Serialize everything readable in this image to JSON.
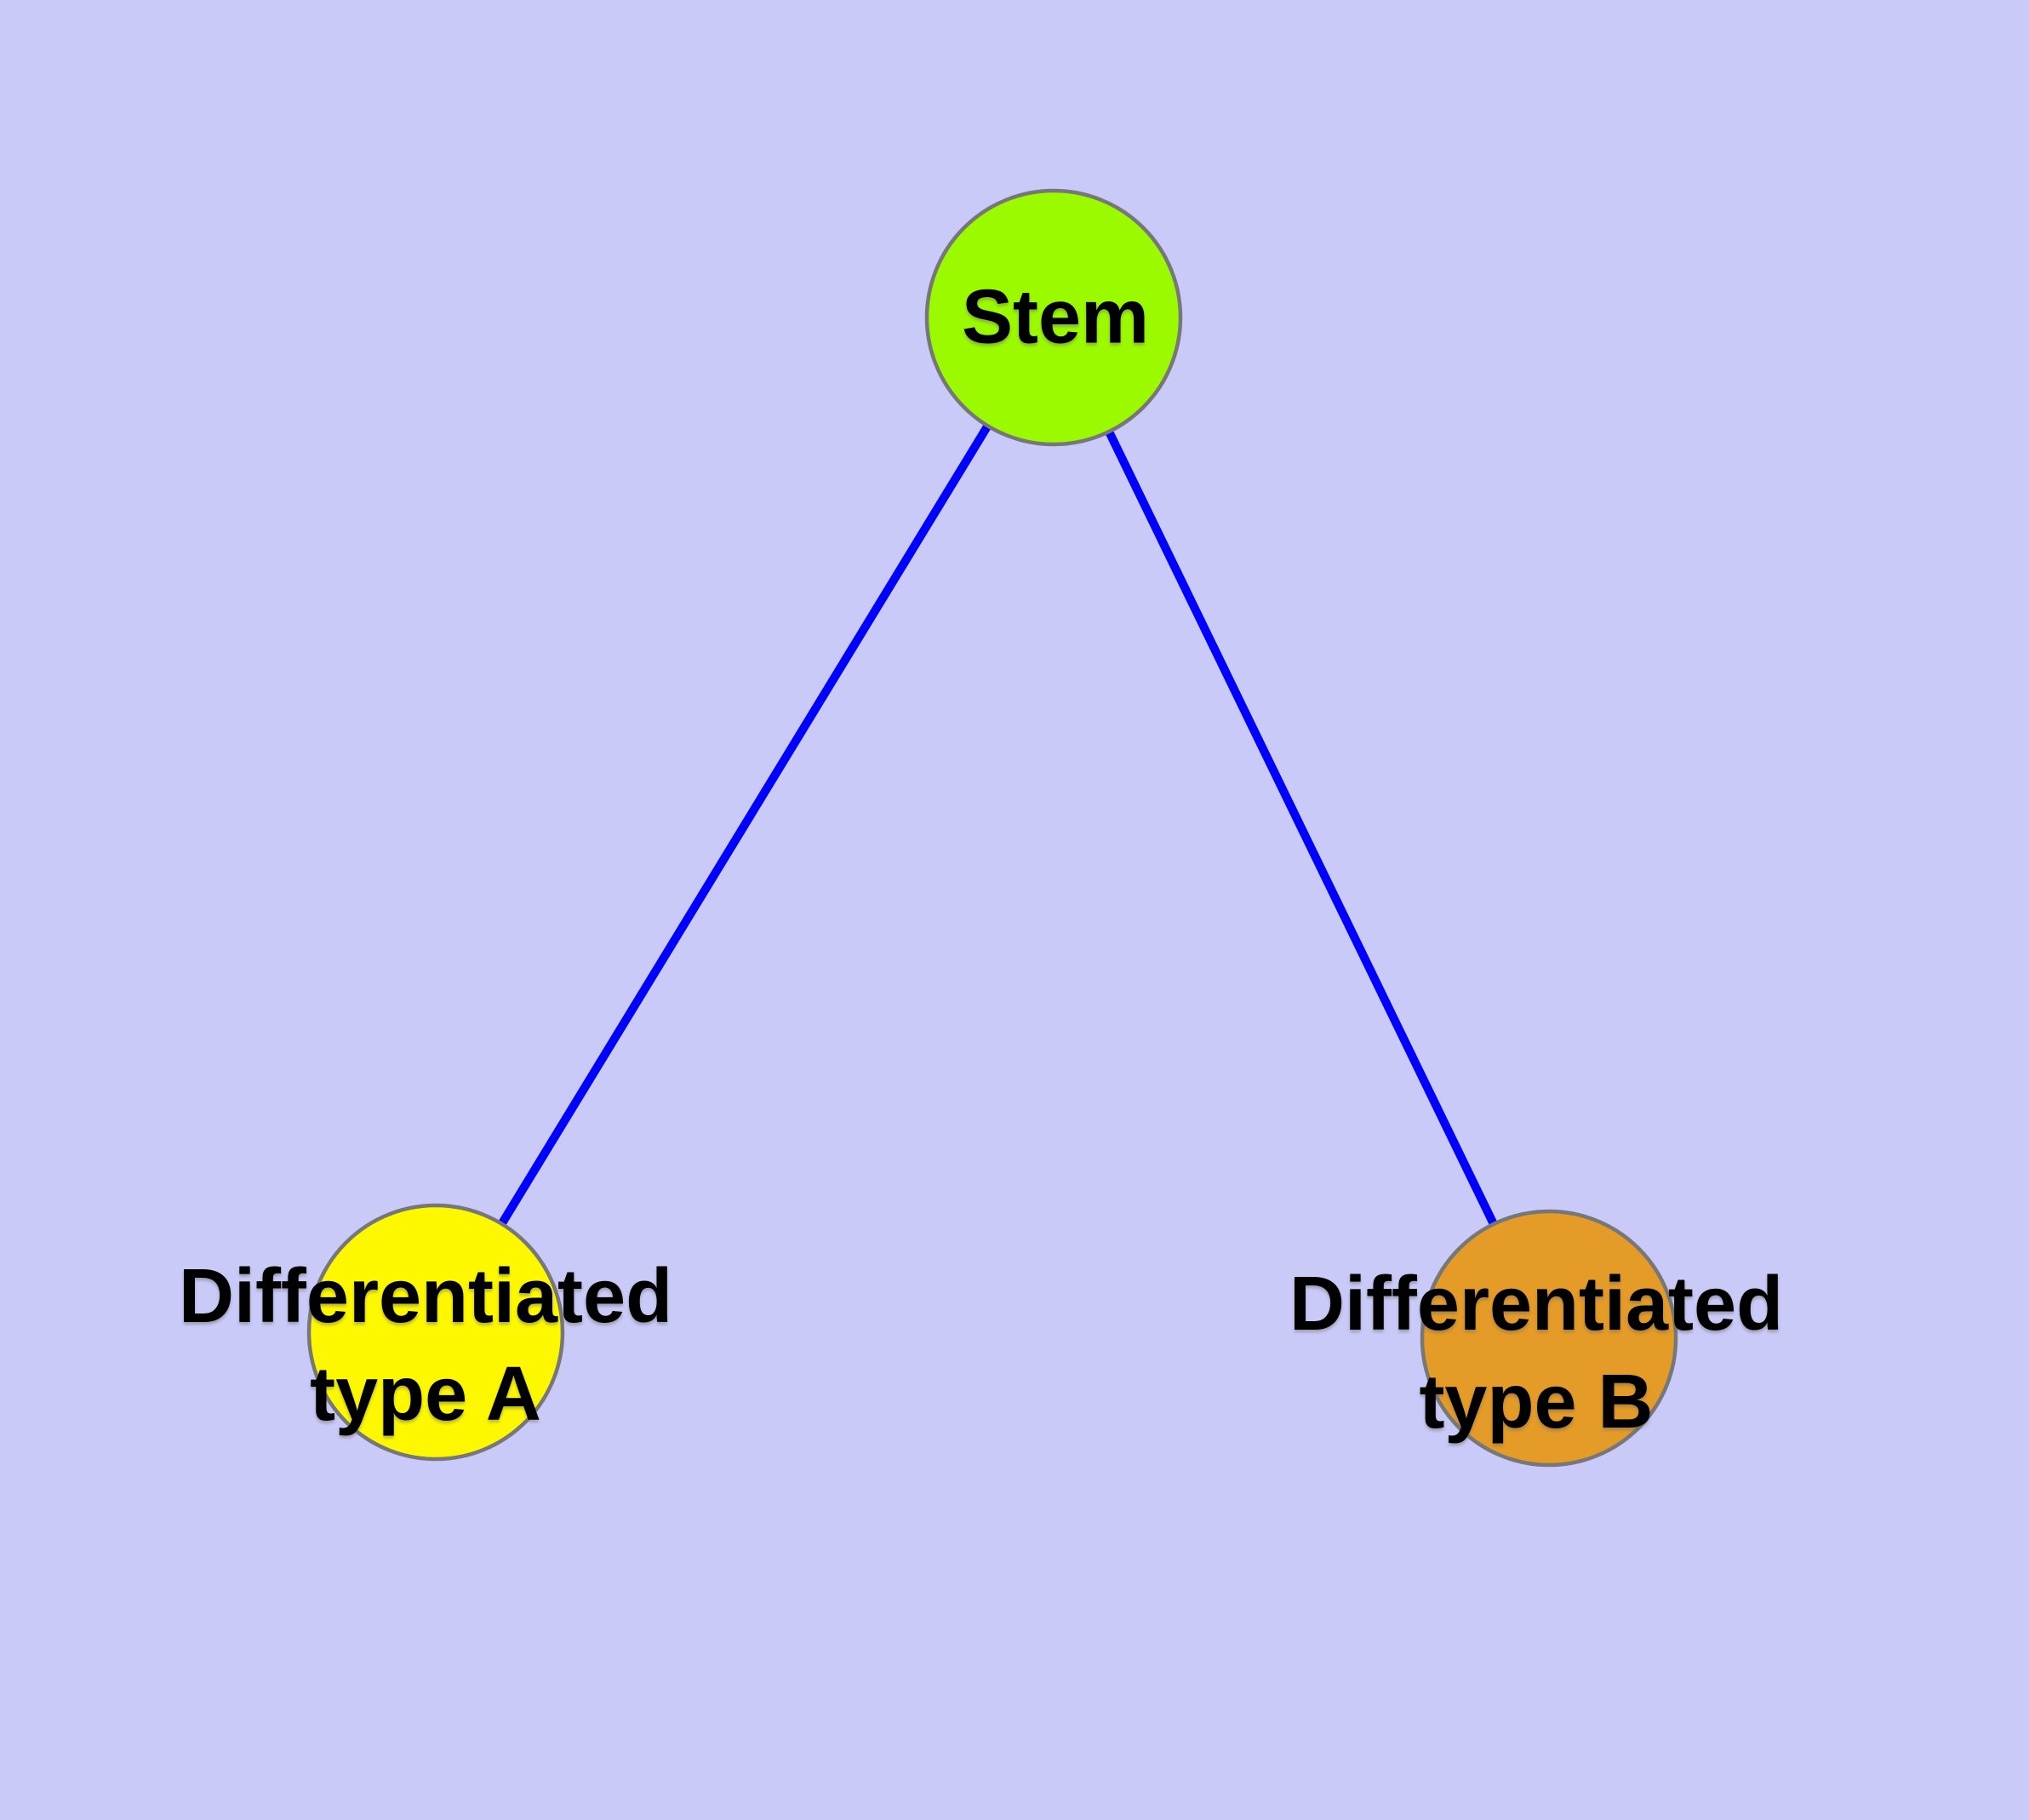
{
  "diagram": {
    "type": "graph",
    "background_color": "#CACAF8",
    "edge_color": "#0000FF",
    "node_border_color": "#777777",
    "text_color": "#000000",
    "nodes": [
      {
        "id": "stem",
        "label": "Stem",
        "label_lines": [
          "Stem"
        ],
        "fill": "#9BFA00"
      },
      {
        "id": "type-a",
        "label": "Differentiated type A",
        "label_lines": [
          "Differentiated",
          "type A"
        ],
        "fill": "#FDF800"
      },
      {
        "id": "type-b",
        "label": "Differentiated type B",
        "label_lines": [
          "Differentiated",
          "type B"
        ],
        "fill": "#E49B27"
      }
    ],
    "edges": [
      {
        "from": "Stem",
        "to": "Differentiated type A"
      },
      {
        "from": "Stem",
        "to": "Differentiated type B"
      }
    ]
  }
}
